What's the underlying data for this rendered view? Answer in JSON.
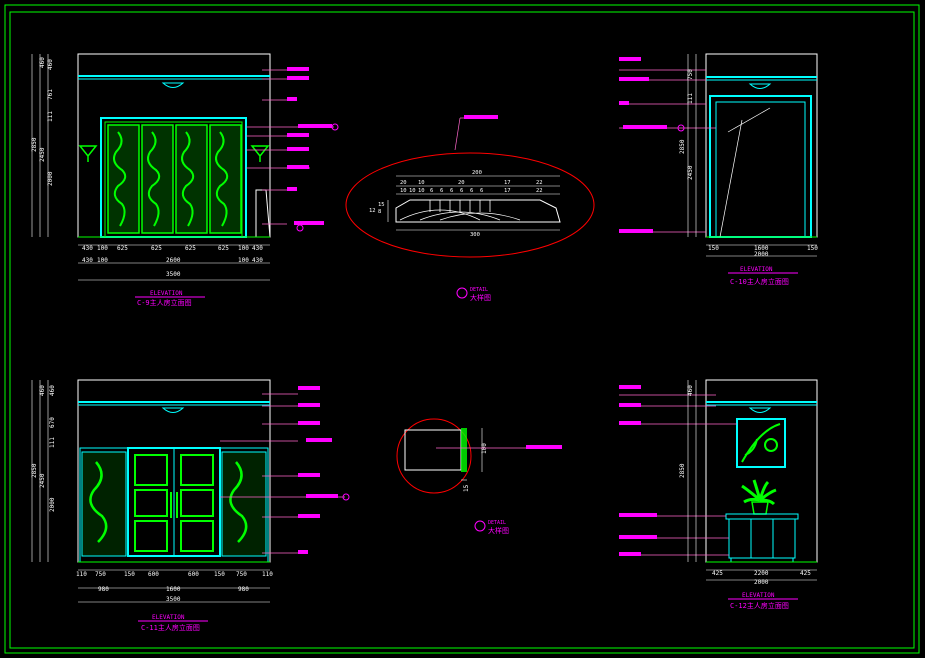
{
  "colors": {
    "background": "#000000",
    "frame": "#00ff00",
    "outline": "#ffffff",
    "cyan": "#00ffff",
    "green": "#00ff00",
    "magenta": "#ff00ff",
    "red": "#ff0000",
    "leader": "#ff66cc"
  },
  "panels": {
    "c9": {
      "elevation_word": "ELEVATION",
      "caption": "C-9主人房立面图",
      "dims_left": [
        "460",
        "460",
        "761",
        "111",
        "2450",
        "2000",
        "2850"
      ],
      "dims_bottom_row1": [
        "430",
        "100",
        "625",
        "625",
        "625",
        "625",
        "100",
        "430"
      ],
      "dims_bottom_row2": [
        "430",
        "100",
        "2600",
        "100",
        "430"
      ],
      "dim_total": "3500"
    },
    "c10": {
      "elevation_word": "ELEVATION",
      "caption": "C-10主人房立面图",
      "dims_left": [
        "750",
        "111",
        "2850",
        "2450"
      ],
      "dims_bottom_row1": [
        "150",
        "1600",
        "150"
      ],
      "dim_total": "2000"
    },
    "c11": {
      "elevation_word": "ELEVATION",
      "caption": "C-11主人房立面图",
      "dims_left": [
        "460",
        "460",
        "670",
        "111",
        "2450",
        "2000",
        "2850"
      ],
      "dims_bottom_row1": [
        "110",
        "750",
        "150",
        "600",
        "600",
        "150",
        "750",
        "110"
      ],
      "dims_bottom_row2": [
        "980",
        "1600",
        "980"
      ],
      "dim_total": "3500"
    },
    "c12": {
      "elevation_word": "ELEVATION",
      "caption": "C-12主人房立面图",
      "dims_left": [
        "460",
        "2850"
      ],
      "dims_bottom_row1": [
        "425",
        "2200",
        "425"
      ],
      "dim_total": "2000"
    },
    "detail1": {
      "detail_word": "DETAIL",
      "caption": "大样图",
      "dims_top1": [
        "200"
      ],
      "dims_top2": [
        "20",
        "10",
        "20",
        "17",
        "22"
      ],
      "dims_top3": [
        "10",
        "10",
        "10",
        "6",
        "6",
        "6",
        "6",
        "6",
        "6",
        "17",
        "22"
      ],
      "dims_left": [
        "15",
        "8",
        "12"
      ],
      "dim_bottom": "300"
    },
    "detail2": {
      "detail_word": "DETAIL",
      "caption": "大样图",
      "dim_right": "100",
      "dim_bottom": "15"
    }
  }
}
